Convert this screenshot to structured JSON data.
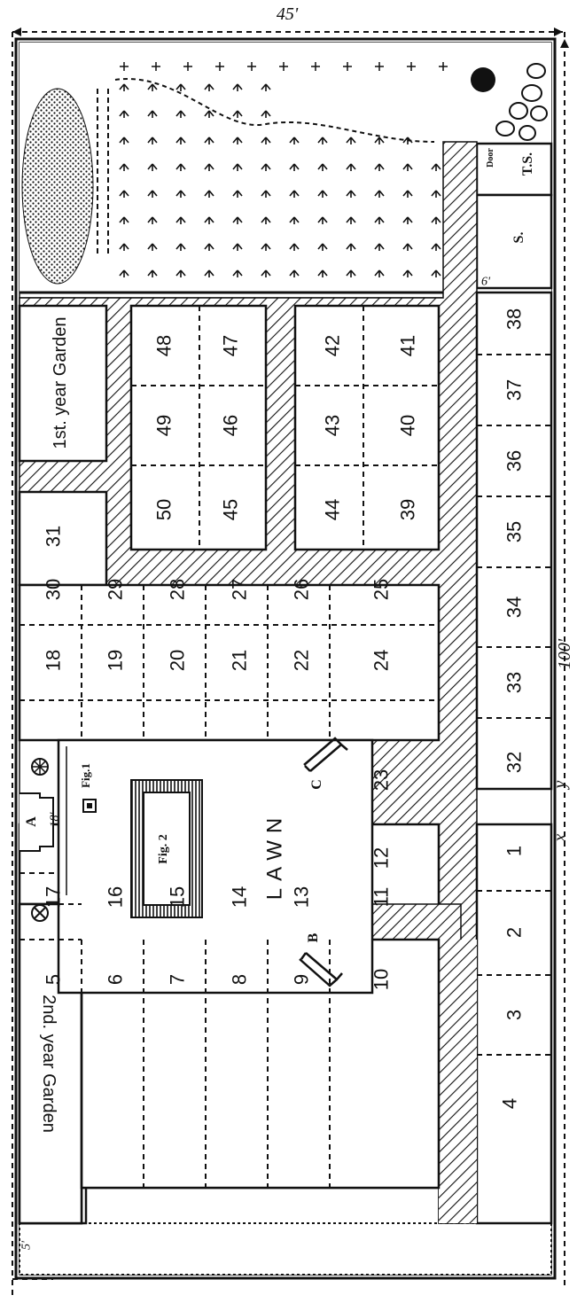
{
  "dimensions": {
    "width_label": "45'",
    "length_label": "100'",
    "lawn_width": "18'",
    "border_width": "5'",
    "shed_width": "6'"
  },
  "axis_marks": {
    "x": "x",
    "y": "y"
  },
  "lawn": {
    "label": "LAWN",
    "fig1": "Fig.1",
    "fig2": "Fig. 2",
    "seat_a": "A",
    "seat_b": "B",
    "seat_c": "C"
  },
  "gardens": {
    "first_year": "1st. year Garden",
    "second_year": "2nd. year Garden"
  },
  "shed": {
    "door": "Door",
    "tool_shed": "T.S.",
    "storage": "S."
  },
  "plots": [
    "1",
    "2",
    "3",
    "4",
    "5",
    "6",
    "7",
    "8",
    "9",
    "10",
    "11",
    "12",
    "13",
    "14",
    "15",
    "16",
    "17",
    "18",
    "19",
    "20",
    "21",
    "22",
    "23",
    "24",
    "25",
    "26",
    "27",
    "28",
    "29",
    "30",
    "31",
    "32",
    "33",
    "34",
    "35",
    "36",
    "37",
    "38",
    "39",
    "40",
    "41",
    "42",
    "43",
    "44",
    "45",
    "46",
    "47",
    "48",
    "49",
    "50"
  ]
}
